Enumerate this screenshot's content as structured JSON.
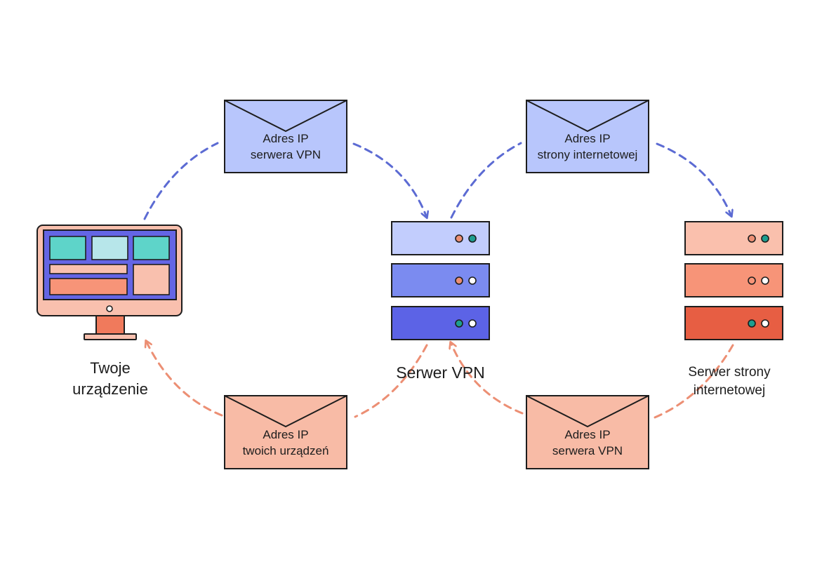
{
  "colors": {
    "blue_arrow": "#5c6bd3",
    "salmon_arrow": "#ec8f74",
    "envelope_blue": "#b8c6fc",
    "envelope_salmon": "#f8bba6",
    "monitor_frame": "#f9c0ae",
    "monitor_screen": "#6465e5",
    "teal_tile": "#5ed4c9",
    "light_teal_tile": "#b7e6ea",
    "vpn_server_top": "#c2cdfd",
    "vpn_server_mid": "#7b8bf0",
    "vpn_server_bottom": "#5c63e6",
    "web_server_top": "#fac0ad",
    "web_server_mid": "#f79478",
    "web_server_bottom": "#e75e43",
    "outline": "#1d1d1d"
  },
  "nodes": {
    "device": {
      "line1": "Twoje",
      "line2": "urządzenie",
      "icon": "desktop-monitor-icon"
    },
    "vpn_server": {
      "label": "Serwer VPN",
      "icon": "server-stack-icon"
    },
    "web_server": {
      "line1": "Serwer strony",
      "line2": "internetowej",
      "icon": "server-stack-icon"
    }
  },
  "envelopes": {
    "top_left": {
      "line1": "Adres IP",
      "line2": "serwera VPN",
      "icon": "envelope-icon"
    },
    "top_right": {
      "line1": "Adres IP",
      "line2": "strony internetowej",
      "icon": "envelope-icon"
    },
    "bottom_left": {
      "line1": "Adres IP",
      "line2": "twoich urządzeń",
      "icon": "envelope-icon"
    },
    "bottom_right": {
      "line1": "Adres IP",
      "line2": "serwera VPN",
      "icon": "envelope-icon"
    }
  }
}
